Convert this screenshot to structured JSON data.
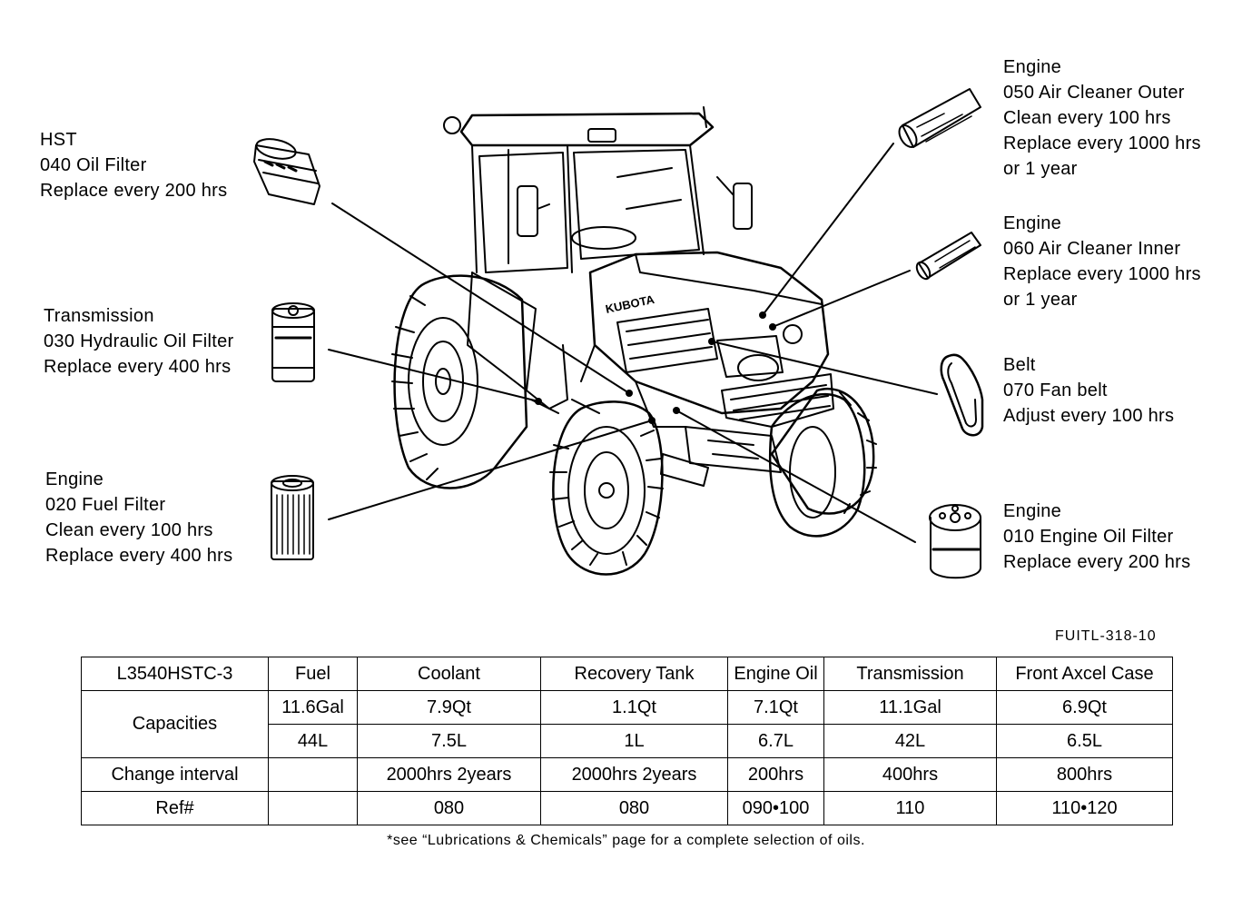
{
  "callouts": {
    "hst_oil_filter": {
      "category": "HST",
      "code_name": "040  Oil  Filter",
      "line1": "Replace  every  200  hrs"
    },
    "hydraulic_oil_filter": {
      "category": "Transmission",
      "code_name": "030  Hydraulic  Oil  Filter",
      "line1": "Replace  every  400  hrs"
    },
    "fuel_filter": {
      "category": "Engine",
      "code_name": "020  Fuel  Filter",
      "line1": "Clean  every  100  hrs",
      "line2": "Replace  every  400  hrs"
    },
    "air_cleaner_outer": {
      "category": "Engine",
      "code_name": "050  Air  Cleaner  Outer",
      "line1": "Clean  every  100  hrs",
      "line2": "Replace  every  1000  hrs",
      "line3": "or  1  year"
    },
    "air_cleaner_inner": {
      "category": "Engine",
      "code_name": "060  Air  Cleaner  Inner",
      "line1": "Replace  every  1000  hrs",
      "line2": "or  1  year"
    },
    "fan_belt": {
      "category": "Belt",
      "code_name": "070  Fan  belt",
      "line1": "Adjust  every  100  hrs"
    },
    "engine_oil_filter": {
      "category": "Engine",
      "code_name": "010  Engine  Oil  Filter",
      "line1": "Replace  every  200  hrs"
    }
  },
  "brand_logo_text": "KUBOTA",
  "figure_code": "FUITL-318-10",
  "table": {
    "model": "L3540HSTC-3",
    "columns": [
      "Fuel",
      "Coolant",
      "Recovery  Tank",
      "Engine  Oil",
      "Transmission",
      "Front  Axcel  Case"
    ],
    "capacities_label": "Capacities",
    "capacities_us": [
      "11.6Gal",
      "7.9Qt",
      "1.1Qt",
      "7.1Qt",
      "11.1Gal",
      "6.9Qt"
    ],
    "capacities_metric": [
      "44L",
      "7.5L",
      "1L",
      "6.7L",
      "42L",
      "6.5L"
    ],
    "change_interval_label": "Change  interval",
    "change_interval": [
      "",
      "2000hrs  2years",
      "2000hrs  2years",
      "200hrs",
      "400hrs",
      "800hrs"
    ],
    "ref_label": "Ref#",
    "ref": [
      "",
      "080",
      "080",
      "090•100",
      "110",
      "110•120"
    ]
  },
  "footnote": "*see “Lubrications & Chemicals” page for a complete selection of oils."
}
